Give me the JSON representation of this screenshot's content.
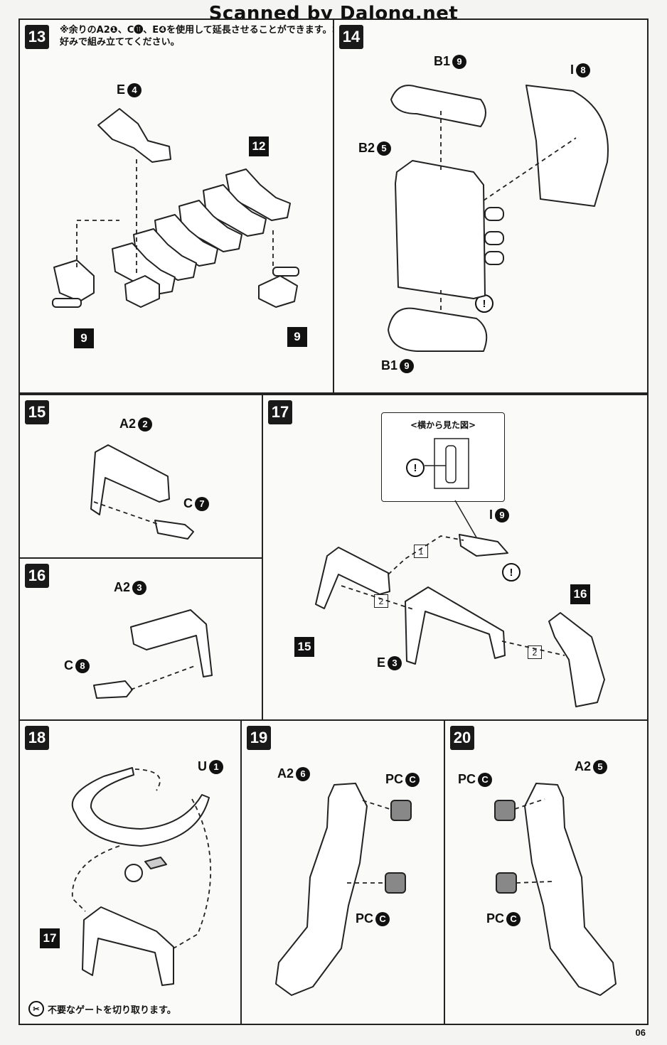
{
  "watermark": "Scanned by Dalong.net",
  "page_number": "06",
  "steps": {
    "s13": {
      "badge": "13",
      "note": "※余りのA2❶、C⓫、E❹を使用して延長させることができます。お好みで組み立ててください。",
      "part_e": "E",
      "part_e_num": "4",
      "ref_12": "12",
      "ref_9a": "9",
      "ref_9b": "9"
    },
    "s14": {
      "badge": "14",
      "top_part": "B1",
      "top_num": "9",
      "right_part": "I",
      "right_num": "8",
      "main_part": "B2",
      "main_num": "5",
      "bottom_part": "B1",
      "bottom_num": "9",
      "warn": "!"
    },
    "s15": {
      "badge": "15",
      "part_a": "A2",
      "part_a_num": "2",
      "part_c": "C",
      "part_c_num": "7"
    },
    "s16": {
      "badge": "16",
      "part_a": "A2",
      "part_a_num": "3",
      "part_c": "C",
      "part_c_num": "8"
    },
    "s17": {
      "badge": "17",
      "side_view_title": "<横から見た図>",
      "part_i": "I",
      "part_i_num": "9",
      "part_e": "E",
      "part_e_num": "3",
      "ref_15": "15",
      "ref_16": "16",
      "step1": "1",
      "step2a": "2",
      "step2b": "2",
      "warn": "!"
    },
    "s18": {
      "badge": "18",
      "part_u": "U",
      "part_u_num": "1",
      "ref_17": "17",
      "footnote": "不要なゲートを切り取ります。"
    },
    "s19": {
      "badge": "19",
      "part_a": "A2",
      "part_a_num": "6",
      "pc_label": "PC",
      "pc_num": "C"
    },
    "s20": {
      "badge": "20",
      "part_a": "A2",
      "part_a_num": "5",
      "pc_label": "PC",
      "pc_num": "C"
    }
  }
}
